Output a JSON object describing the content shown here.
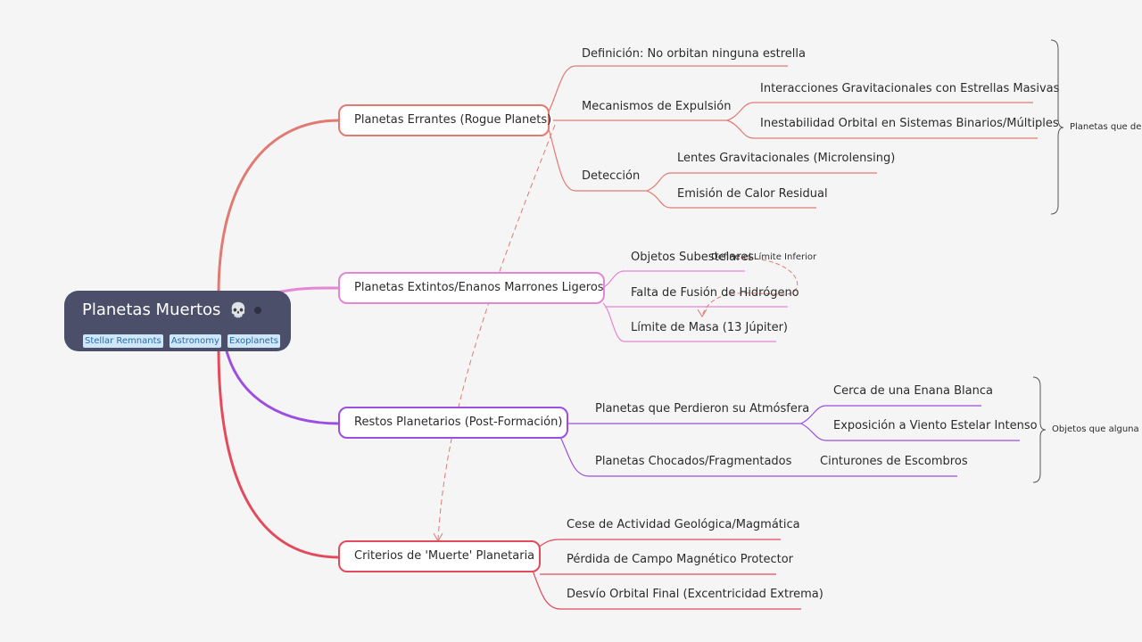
{
  "root": {
    "title": "Planetas Muertos",
    "icon": "skull-icon",
    "labels": [
      "Stellar Remnants",
      "Astronomy",
      "Exoplanets"
    ]
  },
  "branches": [
    {
      "title": "Planetas Errantes (Rogue Planets)",
      "color": "#e07a73",
      "children": [
        {
          "title": "Definición: No orbitan ninguna estrella"
        },
        {
          "title": "Mecanismos de Expulsión",
          "children": [
            "Interacciones Gravitacionales con Estrellas Masivas",
            "Inestabilidad Orbital en Sistemas Binarios/Múltiples"
          ]
        },
        {
          "title": "Detección",
          "children": [
            "Lentes Gravitacionales (Microlensing)",
            "Emisión de Calor Residual"
          ]
        }
      ]
    },
    {
      "title": "Planetas Extintos/Enanos Marrones Ligeros",
      "color": "#e486d3",
      "children": [
        {
          "title": "Objetos Subestelares"
        },
        {
          "title": "Falta de Fusión de Hidrógeno"
        },
        {
          "title": "Límite de Masa (13 Júpiter)"
        }
      ]
    },
    {
      "title": "Restos Planetarios (Post-Formación)",
      "color": "#9b4ee0",
      "children": [
        {
          "title": "Planetas que Perdieron su Atmósfera",
          "children": [
            "Cerca de una Enana Blanca",
            "Exposición a Viento Estelar Intenso"
          ]
        },
        {
          "title": "Planetas Chocados/Fragmentados",
          "children": [
            "Cinturones de Escombros"
          ]
        }
      ]
    },
    {
      "title": "Criterios de 'Muerte' Planetaria",
      "color": "#e34b5c",
      "children": [
        {
          "title": "Cese de Actividad Geológica/Magmática"
        },
        {
          "title": "Pérdida de Campo Magnético Protector"
        },
        {
          "title": "Desvío Orbital Final (Excentricidad Extrema)"
        }
      ]
    }
  ],
  "summaries": [
    "Planetas que de",
    "Objetos que alguna"
  ],
  "relationship": {
    "label": "Define el Límite Inferior"
  }
}
